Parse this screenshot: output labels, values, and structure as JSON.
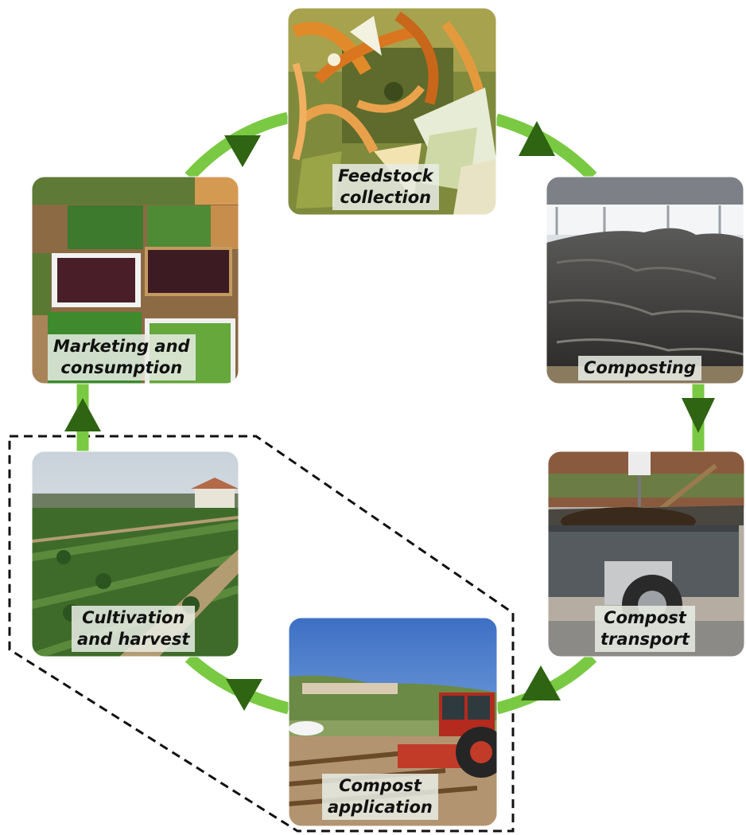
{
  "diagram": {
    "colors": {
      "cycle_arrow": "#7ac943",
      "arrow_head": "#2f6412",
      "boundary": "#111111"
    },
    "stages": [
      {
        "id": "feedstock",
        "line1": "Feedstock",
        "line2": "collection",
        "photo": "food-scraps-photo"
      },
      {
        "id": "composting",
        "line1": "Composting",
        "line2": "",
        "photo": "compost-pile-photo"
      },
      {
        "id": "transport",
        "line1": "Compost",
        "line2": "transport",
        "photo": "compost-trailer-photo"
      },
      {
        "id": "application",
        "line1": "Compost",
        "line2": "application",
        "photo": "tractor-field-photo"
      },
      {
        "id": "cultivation",
        "line1": "Cultivation",
        "line2": "and harvest",
        "photo": "crop-field-photo"
      },
      {
        "id": "marketing",
        "line1": "Marketing and",
        "line2": "consumption",
        "photo": "vegetable-market-photo"
      }
    ]
  }
}
